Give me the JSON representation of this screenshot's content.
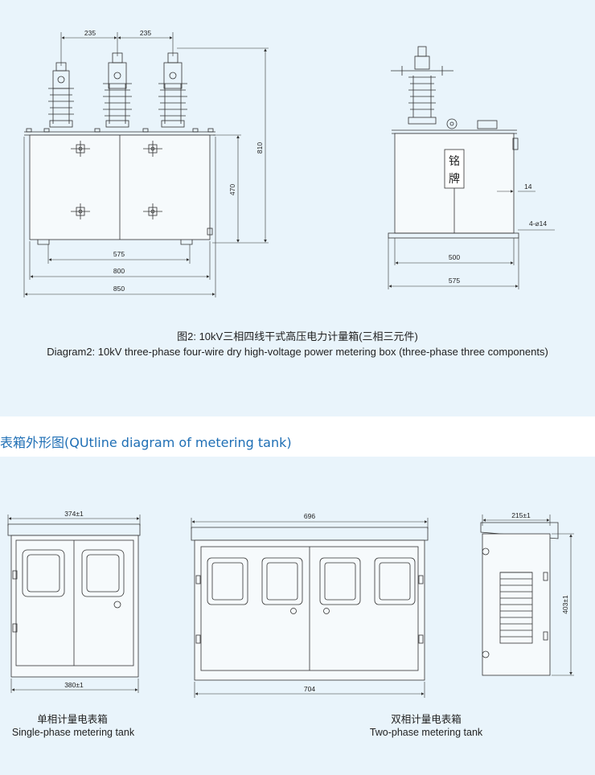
{
  "top_figure": {
    "front_view": {
      "dims": {
        "bushing_spacing_1": "235",
        "bushing_spacing_2": "235",
        "height_total": "810",
        "height_body": "470",
        "width_575": "575",
        "width_800": "800",
        "width_850": "850"
      }
    },
    "side_view": {
      "nameplate_chars": [
        "铭",
        "牌"
      ],
      "dims": {
        "offset_14": "14",
        "holes": "4-⌀14",
        "width_500": "500",
        "width_575": "575"
      }
    },
    "caption_cn": "图2: 10kV三相四线干式高压电力计量箱(三相三元件)",
    "caption_en": "Diagram2: 10kV three-phase four-wire dry high-voltage power metering box (three-phase three components)"
  },
  "section_title": "表箱外形图(QUtline diagram of metering tank)",
  "bottom_figure": {
    "single_tank": {
      "dim_top": "374±1",
      "dim_bottom": "380±1",
      "label_cn": "单相计量电表箱",
      "label_en": "Single-phase metering tank"
    },
    "double_tank": {
      "dim_top": "696",
      "dim_bottom": "704",
      "label_cn": "双相计量电表箱",
      "label_en": "Two-phase metering tank"
    },
    "side_tank": {
      "dim_top": "215±1",
      "dim_height": "403±1"
    }
  },
  "colors": {
    "background_panel": "#e9f4fb",
    "section_title": "#1f6fb5",
    "line": "#333333"
  }
}
